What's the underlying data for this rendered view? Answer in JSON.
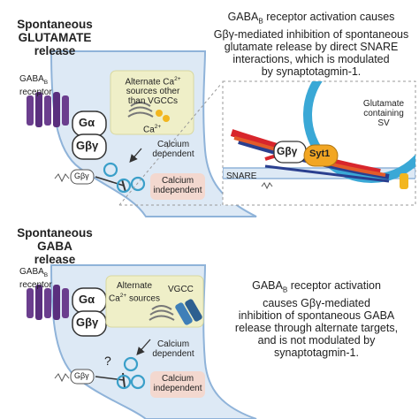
{
  "top": {
    "title_line1": "Spontaneous",
    "title_line2": "GLUTAMATE",
    "title_line3": "release",
    "receptor_label_a": "GABA",
    "receptor_label_sub": "B",
    "receptor_label_b": "receptor",
    "g_alpha": "Gα",
    "g_beta_gamma": "Gβγ",
    "small_gbg": "Gβγ",
    "alt_sources_a": "Alternate Ca",
    "alt_sources_sup": "2+",
    "alt_sources_b": "sources other",
    "alt_sources_c": "than VGCCs",
    "ca_label": "Ca",
    "ca_sup": "2+",
    "calcium_dependent_a": "Calcium",
    "calcium_dependent_b": "dependent",
    "calcium_independent_a": "Calcium",
    "calcium_independent_b": "independent",
    "desc_a": "GABA",
    "desc_sub": "B",
    "desc_b": " receptor activation causes",
    "desc_line2": "Gβγ-mediated inhibition of spontaneous",
    "desc_line3": "glutamate release by direct SNARE",
    "desc_line4": "interactions, which is modulated",
    "desc_line5": "by synaptotagmin-1.",
    "inset_glutamate_a": "Glutamate",
    "inset_glutamate_b": "containing",
    "inset_glutamate_c": "SV",
    "inset_gbg": "Gβγ",
    "inset_syt1": "Syt1",
    "inset_snare": "SNARE"
  },
  "bottom": {
    "title_line1": "Spontaneous",
    "title_line2": "GABA",
    "title_line3": "release",
    "receptor_label_a": "GABA",
    "receptor_label_sub": "B",
    "receptor_label_b": "receptor",
    "g_alpha": "Gα",
    "g_beta_gamma": "Gβγ",
    "small_gbg": "Gβγ",
    "question": "?",
    "alt_sources_a": "Alternate",
    "alt_sources_b": "Ca",
    "alt_sources_sup": "2+",
    "alt_sources_c": " sources",
    "vgcc": "VGCC",
    "calcium_dependent_a": "Calcium",
    "calcium_dependent_b": "dependent",
    "calcium_independent_a": "Calcium",
    "calcium_independent_b": "independent",
    "desc_a": "GABA",
    "desc_sub": "B",
    "desc_b": " receptor activation",
    "desc_line2": "causes Gβγ-mediated",
    "desc_line3": "inhibition of spontaneous GABA",
    "desc_line4": "release through alternate targets,",
    "desc_line5": "and is not modulated by",
    "desc_line6": "synaptotagmin-1."
  },
  "colors": {
    "terminal_fill": "#dde9f5",
    "terminal_stroke": "#8fb3d9",
    "receptor": "#6b3e8e",
    "receptor_dark": "#3f1e63",
    "alt_box": "#efefc8",
    "indep_box": "#f3d8cf",
    "vesicle": "#3a9fc9",
    "snare_red": "#d8262c",
    "snare_blue": "#2a3f8f",
    "syt1": "#f2a623",
    "vgcc": "#3f7fb8"
  }
}
